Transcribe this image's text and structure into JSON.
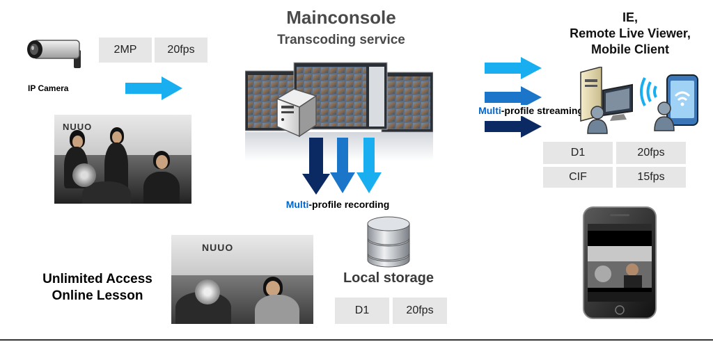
{
  "header": {
    "title": "Mainconsole",
    "subtitle": "Transcoding service"
  },
  "camera": {
    "label": "IP Camera",
    "resolution": "2MP",
    "fps": "20fps"
  },
  "clients": {
    "title_lines": [
      "IE,",
      "Remote Live Viewer,",
      "Mobile Client"
    ],
    "specs": [
      {
        "resolution": "D1",
        "fps": "20fps"
      },
      {
        "resolution": "CIF",
        "fps": "15fps"
      }
    ]
  },
  "recording": {
    "highlight": "Multi",
    "rest": "-profile recording"
  },
  "streaming": {
    "highlight": "Multi",
    "rest": "-profile streaming"
  },
  "storage": {
    "label": "Local storage",
    "resolution": "D1",
    "fps": "20fps"
  },
  "lesson": {
    "lines": [
      "Unlimited Access",
      "Online Lesson"
    ]
  },
  "photos": {
    "logo": "NUUO"
  },
  "colors": {
    "arrow_light": "#19aeef",
    "arrow_mid": "#1b75c9",
    "arrow_dark": "#0b2a63",
    "highlight_blue": "#0066cc",
    "spec_box": "#e6e6e6"
  }
}
